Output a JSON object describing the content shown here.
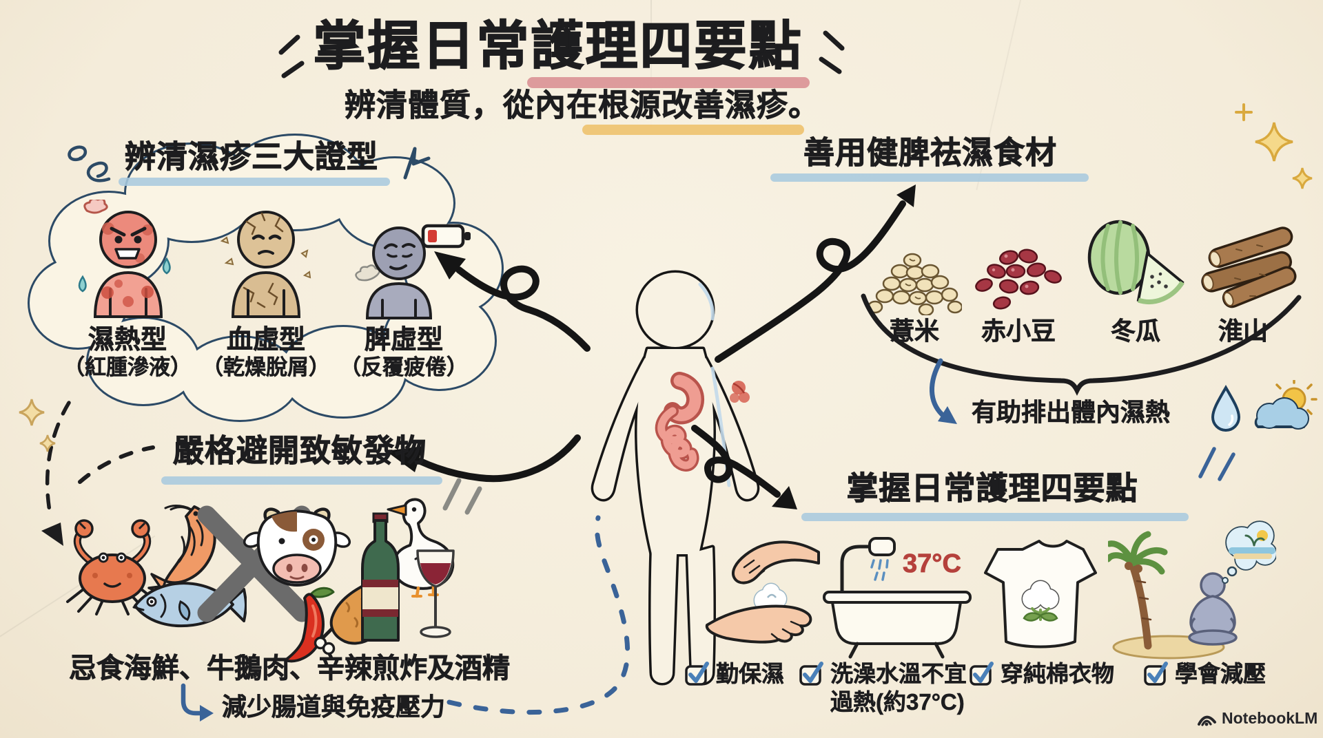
{
  "header": {
    "title": "掌握日常護理四要點",
    "subtitle": "辨清體質，從內在根源改善濕疹。"
  },
  "types": {
    "title": "辨清濕疹三大證型",
    "items": [
      {
        "name": "濕熱型",
        "detail": "（紅腫滲液）",
        "icon": "red-hot-figure-icon"
      },
      {
        "name": "血虛型",
        "detail": "（乾燥脫屑）",
        "icon": "dry-cracked-figure-icon"
      },
      {
        "name": "脾虛型",
        "detail": "（反覆疲倦）",
        "icon": "tired-gray-figure-icon"
      }
    ]
  },
  "foods": {
    "title": "善用健脾祛濕食材",
    "items": [
      {
        "label": "薏米",
        "icon": "coix-seed-icon"
      },
      {
        "label": "赤小豆",
        "icon": "red-bean-icon"
      },
      {
        "label": "冬瓜",
        "icon": "winter-melon-icon"
      },
      {
        "label": "淮山",
        "icon": "chinese-yam-icon"
      }
    ],
    "note": "有助排出體內濕熱"
  },
  "avoid": {
    "title": "嚴格避開致敏發物",
    "caption": "忌食海鮮、牛鵝肉、辛辣煎炸及酒精",
    "note": "減少腸道與免疫壓力",
    "icons": [
      "crab-icon",
      "shrimp-icon",
      "fish-icon",
      "no-cross-icon",
      "cow-icon",
      "goose-icon",
      "chili-icon",
      "fried-chicken-icon",
      "wine-bottle-icon",
      "wine-glass-icon"
    ]
  },
  "care": {
    "title": "掌握日常護理四要點",
    "bath_temp": "37°C",
    "items": [
      {
        "label": "勤保濕",
        "icon": "moisturize-hands-icon"
      },
      {
        "label": "洗澡水溫不宜過熱(約37°C)",
        "icon": "bathtub-icon"
      },
      {
        "label": "穿純棉衣物",
        "icon": "cotton-shirt-icon"
      },
      {
        "label": "學會減壓",
        "icon": "relax-meditation-icon"
      }
    ]
  },
  "brand": {
    "name": "NotebookLM"
  },
  "colors": {
    "background": "#f5eedd",
    "ink": "#1d1d1f",
    "underline_blue": "#a9cade",
    "underline_pink": "#d98f93",
    "underline_yellow": "#eec06a",
    "accent_blue": "#3a6398",
    "cloud_stroke": "#2c4a66",
    "temp_red": "#b5413c"
  }
}
